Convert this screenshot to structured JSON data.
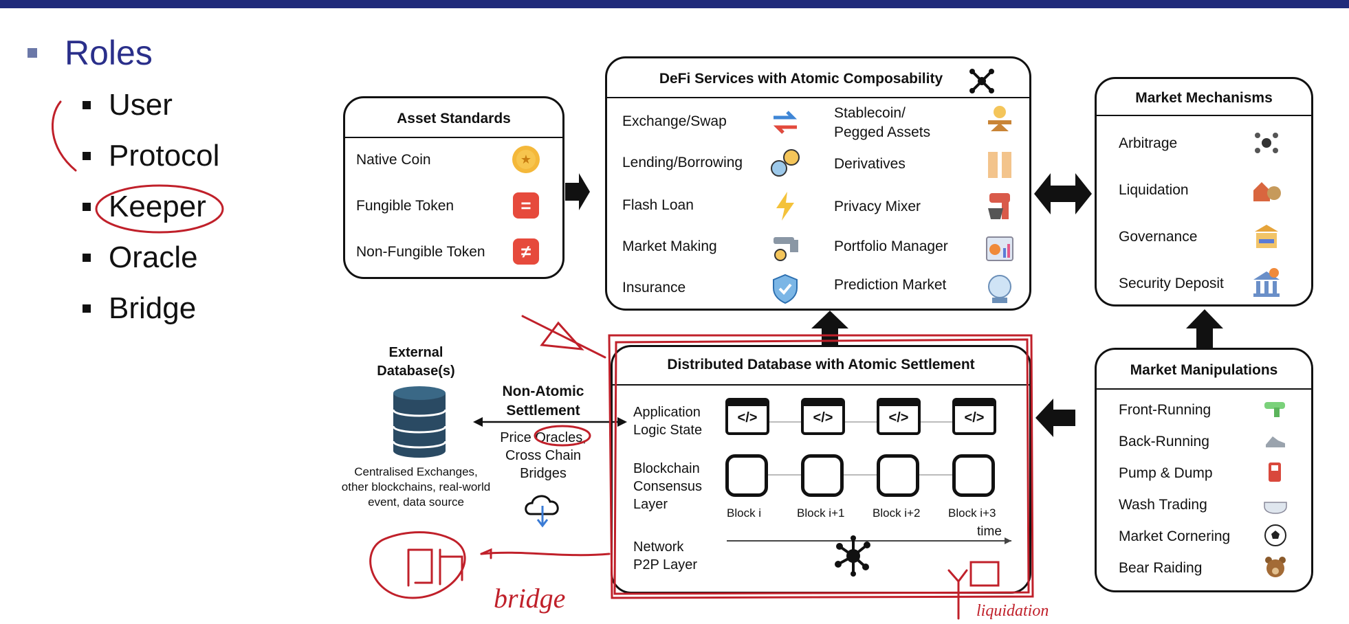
{
  "roles": {
    "title": "Roles",
    "items": [
      "User",
      "Protocol",
      "Keeper",
      "Oracle",
      "Bridge"
    ]
  },
  "asset_standards": {
    "title": "Asset Standards",
    "items": [
      "Native Coin",
      "Fungible Token",
      "Non-Fungible Token"
    ],
    "icons": [
      "coin-icon",
      "equals-icon",
      "not-equal-icon"
    ],
    "icon_glyphs": [
      "★",
      "=",
      "≠"
    ]
  },
  "defi": {
    "title": "DeFi Services with Atomic Composability",
    "left": [
      "Exchange/Swap",
      "Lending/Borrowing",
      "Flash Loan",
      "Market Making",
      "Insurance"
    ],
    "right": [
      "Stablecoin/\nPegged Assets",
      "Derivatives",
      "Privacy Mixer",
      "Portfolio Manager",
      "Prediction Market"
    ]
  },
  "market_mechanisms": {
    "title": "Market Mechanisms",
    "items": [
      "Arbitrage",
      "Liquidation",
      "Governance",
      "Security Deposit"
    ]
  },
  "market_manipulations": {
    "title": "Market Manipulations",
    "items": [
      "Front-Running",
      "Back-Running",
      "Pump & Dump",
      "Wash Trading",
      "Market Cornering",
      "Bear Raiding"
    ]
  },
  "distributed_db": {
    "title": "Distributed Database with Atomic Settlement",
    "layers": [
      "Application\nLogic State",
      "Blockchain\nConsensus\nLayer",
      "Network\nP2P Layer"
    ],
    "blocks": [
      "Block i",
      "Block i+1",
      "Block i+2",
      "Block i+3"
    ],
    "code_glyph": "</>",
    "time_label": "time"
  },
  "external": {
    "title": "External\nDatabase(s)",
    "caption": "Centralised Exchanges,\nother blockchains, real-world\nevent, data source",
    "settlement_title": "Non-Atomic\nSettlement",
    "settlement_detail": "Price Oracles,\nCross Chain\nBridges"
  },
  "annotations": {
    "bridge": "bridge",
    "liquidation": "liquidation"
  },
  "colors": {
    "topbar": "#1f2a7a",
    "roles_title": "#2a2f8a",
    "ink_red": "#c0202a"
  }
}
